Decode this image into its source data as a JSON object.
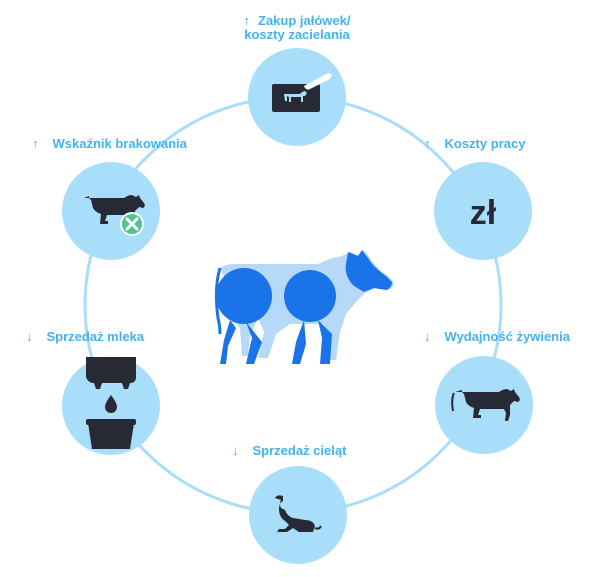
{
  "diagram": {
    "items": [
      {
        "id": "heifer-purchase",
        "arrow": "↑",
        "label_line1": "Zakup jałówek/",
        "label_line2": "koszty zacielania",
        "icon": "card-cow-icon"
      },
      {
        "id": "labor-costs",
        "arrow": "↑",
        "label": "Koszty pracy",
        "icon": "currency-zloty-icon",
        "icon_text": "zł"
      },
      {
        "id": "feed-efficiency",
        "arrow": "↓",
        "label": "Wydajność żywienia",
        "icon": "cow-icon"
      },
      {
        "id": "calf-sales",
        "arrow": "↓",
        "label": "Sprzedaż cieląt",
        "icon": "calf-icon"
      },
      {
        "id": "milk-sales",
        "arrow": "↓",
        "label": "Sprzedaż mleka",
        "icon": "milk-udder-icon"
      },
      {
        "id": "culling-rate",
        "arrow": "↑",
        "label": "Wskaźnik brakowania",
        "icon": "cow-culled-icon"
      }
    ],
    "colors": {
      "ring": "#a8defa",
      "node": "#a8defa",
      "label": "#43b3ee",
      "icon": "#272a35",
      "cow_blue": "#1a73e8",
      "cow_light": "#b5d9f6",
      "cull_badge": "#4fc490"
    }
  }
}
